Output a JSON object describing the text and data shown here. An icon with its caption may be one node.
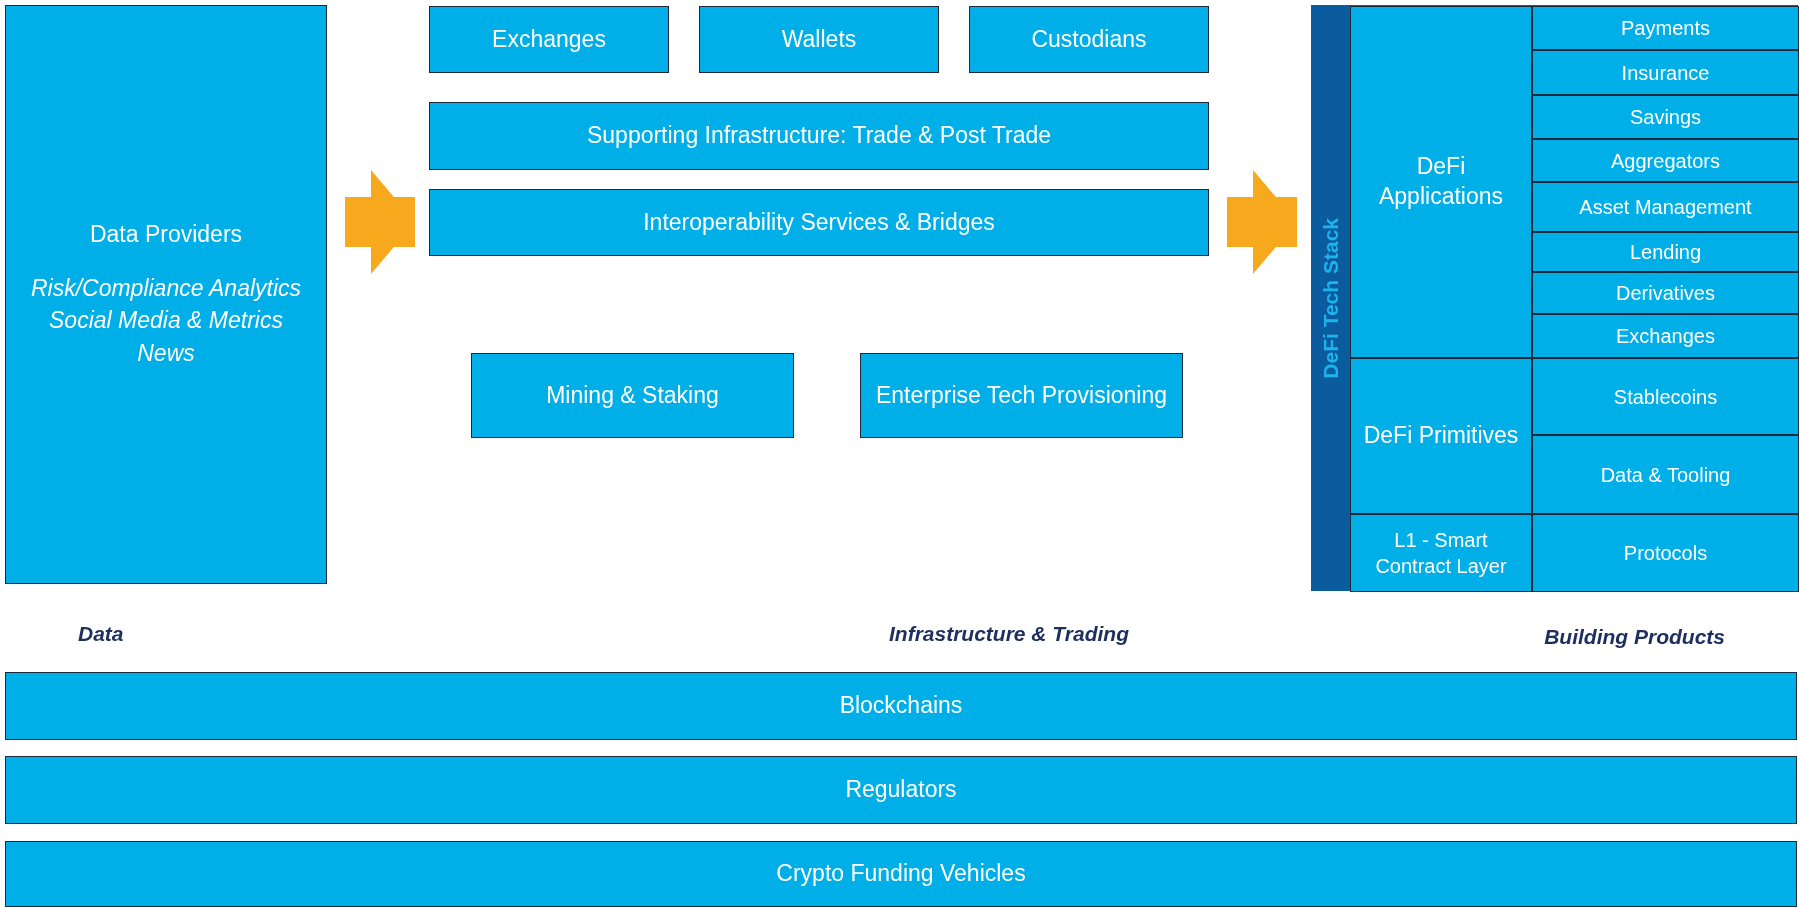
{
  "diagram": {
    "nodes": [
      {
        "text": [
          "Data Providers",
          "Risk/Compliance Analytics",
          "Social Media & Metrics",
          "News"
        ]
      },
      {
        "text": [
          "Exchanges"
        ]
      },
      {
        "text": [
          "Wallets"
        ]
      },
      {
        "text": [
          "Custodians"
        ]
      },
      {
        "text": [
          "Supporting Infrastructure: Trade & Post Trade"
        ]
      },
      {
        "text": [
          "Interoperability Services & Bridges"
        ]
      },
      {
        "text": [
          "Mining & Staking"
        ]
      },
      {
        "text": [
          "Enterprise Tech Provisioning"
        ]
      },
      {
        "text": [
          "DeFi Tech Stack"
        ]
      },
      {
        "text": [
          "DeFi Applications"
        ],
        "in": 8
      },
      {
        "text": [
          "Payments"
        ],
        "in": 8
      },
      {
        "text": [
          "Insurance"
        ],
        "in": 8
      },
      {
        "text": [
          "Savings"
        ],
        "in": 8
      },
      {
        "text": [
          "Aggregators"
        ],
        "in": 8
      },
      {
        "text": [
          "Asset Management"
        ],
        "in": 8
      },
      {
        "text": [
          "Lending"
        ],
        "in": 8
      },
      {
        "text": [
          "Derivatives"
        ],
        "in": 8
      },
      {
        "text": [
          "Exchanges"
        ],
        "in": 8
      },
      {
        "text": [
          "DeFi Primitives"
        ],
        "in": 8
      },
      {
        "text": [
          "Stablecoins"
        ],
        "in": 8
      },
      {
        "text": [
          "Data & Tooling"
        ],
        "in": 8
      },
      {
        "text": [
          "L1 - Smart Contract Layer"
        ],
        "in": 8
      },
      {
        "text": [
          "Protocols"
        ],
        "in": 8
      },
      {
        "text": [
          "Blockchains"
        ]
      },
      {
        "text": [
          "Regulators"
        ]
      },
      {
        "text": [
          "Crypto Funding Vehicles"
        ]
      }
    ],
    "edges": [
      {
        "from": 0,
        "to": 5,
        "arrow": "to"
      },
      {
        "from": 5,
        "to": 8,
        "arrow": "to"
      }
    ],
    "labels": [
      "Data",
      "Infrastructure & Trading",
      "Building Products"
    ]
  }
}
